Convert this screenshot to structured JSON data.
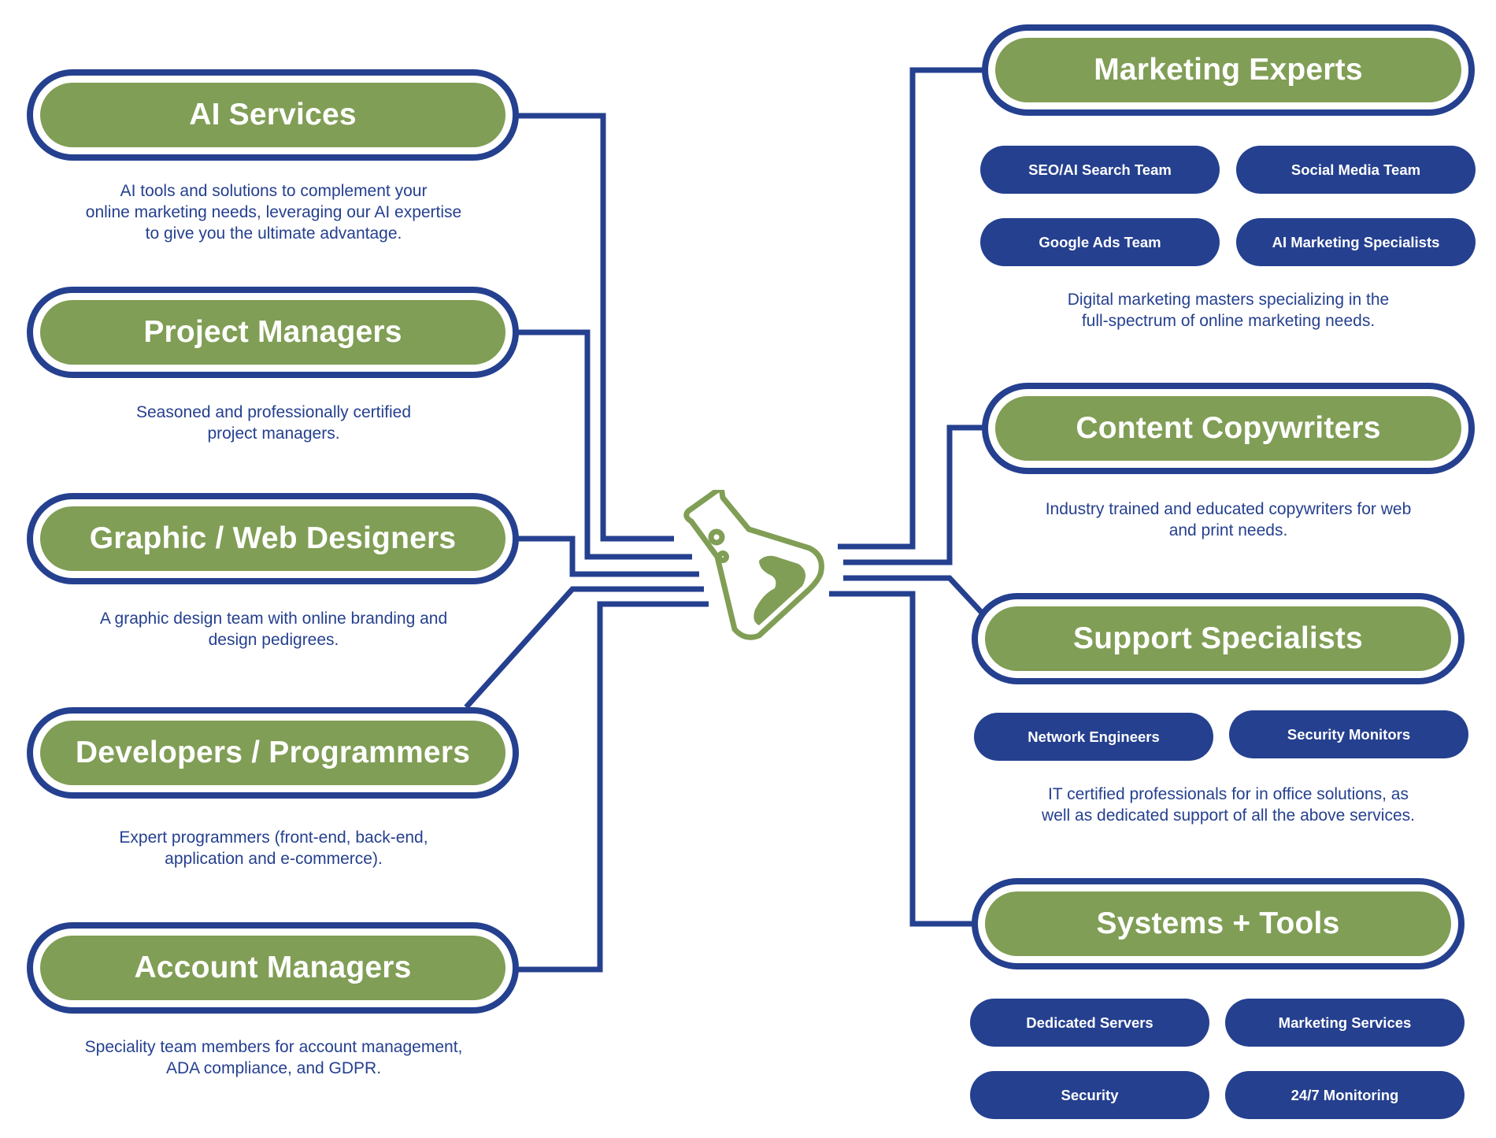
{
  "colors": {
    "green": "#809e55",
    "blue": "#25408f",
    "white": "#ffffff"
  },
  "center": {
    "icon": "flask-icon"
  },
  "left": [
    {
      "title": "AI Services",
      "description": [
        "AI tools and solutions to complement your",
        "online marketing needs, leveraging our AI expertise",
        "to give you the ultimate advantage."
      ]
    },
    {
      "title": "Project Managers",
      "description": [
        "Seasoned and professionally certified",
        "project managers."
      ]
    },
    {
      "title": "Graphic / Web Designers",
      "description": [
        "A graphic design team with online branding and",
        "design pedigrees."
      ]
    },
    {
      "title": "Developers / Programmers",
      "description": [
        "Expert programmers (front-end, back-end,",
        "application and e-commerce)."
      ]
    },
    {
      "title": "Account Managers",
      "description": [
        "Speciality team members for account management,",
        "ADA compliance, and GDPR."
      ]
    }
  ],
  "right": [
    {
      "title": "Marketing Experts",
      "tags": [
        "SEO/AI Search Team",
        "Social Media Team",
        "Google Ads Team",
        "AI Marketing Specialists"
      ],
      "description": [
        "Digital marketing masters specializing in the",
        "full-spectrum of online marketing needs."
      ]
    },
    {
      "title": "Content Copywriters",
      "tags": [],
      "description": [
        "Industry trained and educated copywriters for web",
        "and print needs."
      ]
    },
    {
      "title": "Support Specialists",
      "tags": [
        "Network Engineers",
        "Security Monitors"
      ],
      "description": [
        "IT certified professionals for in office solutions, as",
        "well as dedicated support of all the above services."
      ]
    },
    {
      "title": "Systems + Tools",
      "tags": [
        "Dedicated Servers",
        "Marketing Services",
        "Security",
        "24/7 Monitoring"
      ],
      "description": []
    }
  ]
}
